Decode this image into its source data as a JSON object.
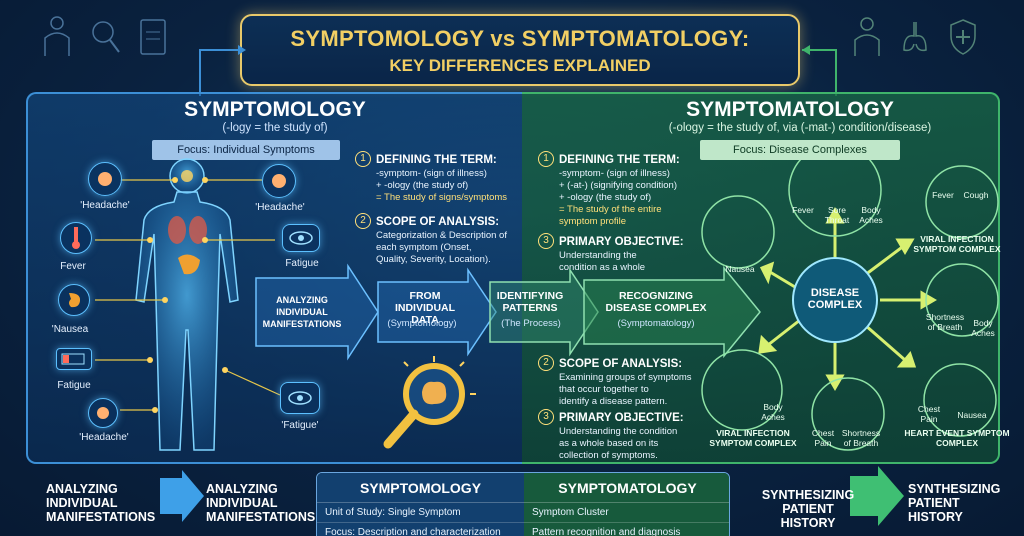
{
  "title": {
    "line1": "SYMPTOMOLOGY vs SYMPTOMATOLOGY:",
    "line2": "KEY DIFFERENCES EXPLAINED"
  },
  "left": {
    "heading": "SYMPTOMOLOGY",
    "subheading": "(-logy = the study of)",
    "focus": "Focus: Individual Symptoms",
    "labels": {
      "headache_left": "'Headache'",
      "headache_right": "'Headache'",
      "fever": "Fever",
      "fatigue_right": "Fatigue",
      "nausea": "'Nausea",
      "fatigue_left": "Fatigue",
      "headache_bottom": "'Headache'",
      "fatigue_quoted": "'Fatigue'"
    },
    "section1": {
      "number": "1",
      "title": "DEFINING THE TERM:",
      "lines": [
        "-symptom- (sign of illness)",
        "+ -ology (the study of)",
        "= The study of signs/symptoms"
      ]
    },
    "section2": {
      "number": "2",
      "title": "SCOPE OF ANALYSIS:",
      "lines": [
        "Categorization & Description of",
        "each symptom (Onset,",
        "Quality, Severity, Location)."
      ]
    }
  },
  "right": {
    "heading": "SYMPTOMATOLOGY",
    "subheading": "(-ology = the study of, via (-mat-) condition/disease)",
    "focus": "Focus: Disease Complexes",
    "section1": {
      "number": "1",
      "title": "DEFINING THE TERM:",
      "lines": [
        "-symptom- (sign of illness)",
        "+ (-at-) (signifying condition)",
        "+ -ology (the study of)",
        "= The study of the entire",
        "symptom profile"
      ]
    },
    "section3": {
      "number": "3",
      "title": "PRIMARY OBJECTIVE:",
      "lines": [
        "Understanding the",
        "condition as a whole"
      ]
    },
    "section2b": {
      "number": "2",
      "title": "SCOPE OF ANALYSIS:",
      "lines": [
        "Examining groups of symptoms",
        "that occur together to",
        "identify a disease pattern."
      ]
    },
    "section3b": {
      "number": "3",
      "title": "PRIMARY OBJECTIVE:",
      "lines": [
        "Understanding the condition",
        "as a whole based on its",
        "collection of symptoms."
      ]
    },
    "hub": "DISEASE COMPLEX",
    "clusters": {
      "top": [
        "Fever",
        "Sore Throat",
        "Body Aches"
      ],
      "top_right": [
        "Fever",
        "Cough"
      ],
      "left": "Nausea",
      "right_title": "VIRAL INFECTION SYMPTOM COMPLEX",
      "right": [
        "Shortness of Breath",
        "Body Aches"
      ],
      "bottom_left": "Body Aches",
      "bottom_left_title": "VIRAL INFECTION SYMPTOM COMPLEX",
      "bottom_mid": [
        "Chest Pain",
        "Shortness of Breath"
      ],
      "bottom_right": [
        "Chest Pain",
        "Nausea"
      ],
      "bottom_right_title": "HEART EVENT SYMPTOM COMPLEX"
    }
  },
  "flow": {
    "analyzing": "ANALYZING INDIVIDUAL MANIFESTATIONS",
    "from_title": "FROM INDIVIDUAL DATA",
    "from_sub": "(Symptomology)",
    "ident_title": "IDENTIFYING PATTERNS",
    "ident_sub": "(The Process)",
    "recog_title": "RECOGNIZING DISEASE COMPLEX",
    "recog_sub": "(Symptomatology)"
  },
  "bottom": {
    "left_a": "ANALYZING INDIVIDUAL MANIFESTATIONS",
    "left_b": "ANALYZING INDIVIDUAL MANIFESTATIONS",
    "right_a": "SYNTHESIZING PATIENT HISTORY",
    "right_b": "SYNTHESIZING PATIENT HISTORY",
    "table": {
      "col1": "SYMPTOMOLOGY",
      "col2": "SYMPTOMATOLOGY",
      "row1_left": "Unit of Study: Single Symptom",
      "row1_right": "Symptom Cluster",
      "row2_left": "Focus: Description and characterization",
      "row2_right": "Pattern recognition and diagnosis"
    }
  },
  "colors": {
    "gold": "#f2cf64",
    "blue": "#3c8fd6",
    "green": "#3fb46b"
  }
}
